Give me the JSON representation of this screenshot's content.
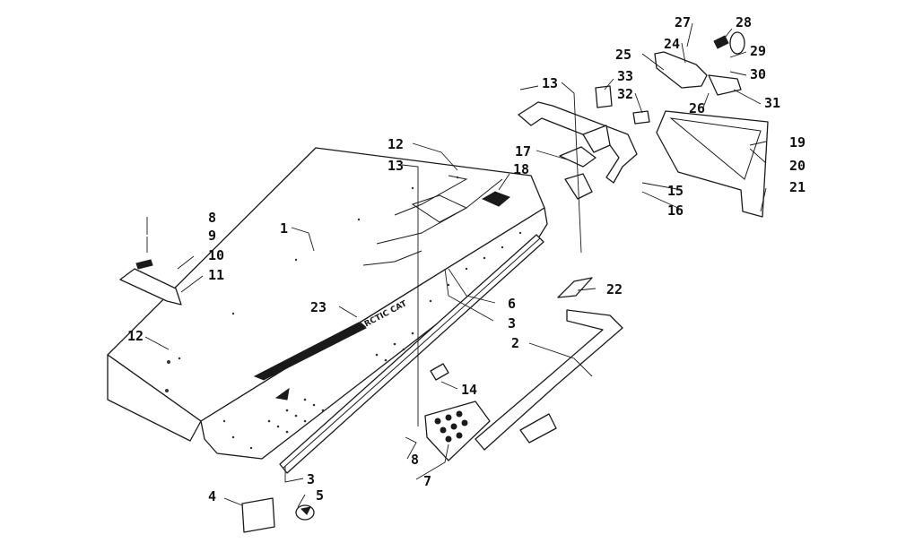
{
  "diagram": {
    "decal_text": "ARCTIC CAT",
    "callouts": [
      {
        "id": "c1",
        "label": "1"
      },
      {
        "id": "c2",
        "label": "2"
      },
      {
        "id": "c3a",
        "label": "3"
      },
      {
        "id": "c3b",
        "label": "3"
      },
      {
        "id": "c4",
        "label": "4"
      },
      {
        "id": "c5",
        "label": "5"
      },
      {
        "id": "c6",
        "label": "6"
      },
      {
        "id": "c7",
        "label": "7"
      },
      {
        "id": "c8a",
        "label": "8"
      },
      {
        "id": "c8b",
        "label": "8"
      },
      {
        "id": "c9",
        "label": "9"
      },
      {
        "id": "c10",
        "label": "10"
      },
      {
        "id": "c11",
        "label": "11"
      },
      {
        "id": "c12a",
        "label": "12"
      },
      {
        "id": "c12b",
        "label": "12"
      },
      {
        "id": "c13a",
        "label": "13"
      },
      {
        "id": "c13b",
        "label": "13"
      },
      {
        "id": "c14",
        "label": "14"
      },
      {
        "id": "c15",
        "label": "15"
      },
      {
        "id": "c16",
        "label": "16"
      },
      {
        "id": "c17",
        "label": "17"
      },
      {
        "id": "c18",
        "label": "18"
      },
      {
        "id": "c19",
        "label": "19"
      },
      {
        "id": "c20",
        "label": "20"
      },
      {
        "id": "c21",
        "label": "21"
      },
      {
        "id": "c22",
        "label": "22"
      },
      {
        "id": "c23",
        "label": "23"
      },
      {
        "id": "c24",
        "label": "24"
      },
      {
        "id": "c25",
        "label": "25"
      },
      {
        "id": "c26",
        "label": "26"
      },
      {
        "id": "c27",
        "label": "27"
      },
      {
        "id": "c28",
        "label": "28"
      },
      {
        "id": "c29",
        "label": "29"
      },
      {
        "id": "c30",
        "label": "30"
      },
      {
        "id": "c31",
        "label": "31"
      },
      {
        "id": "c32",
        "label": "32"
      },
      {
        "id": "c33",
        "label": "33"
      }
    ]
  }
}
